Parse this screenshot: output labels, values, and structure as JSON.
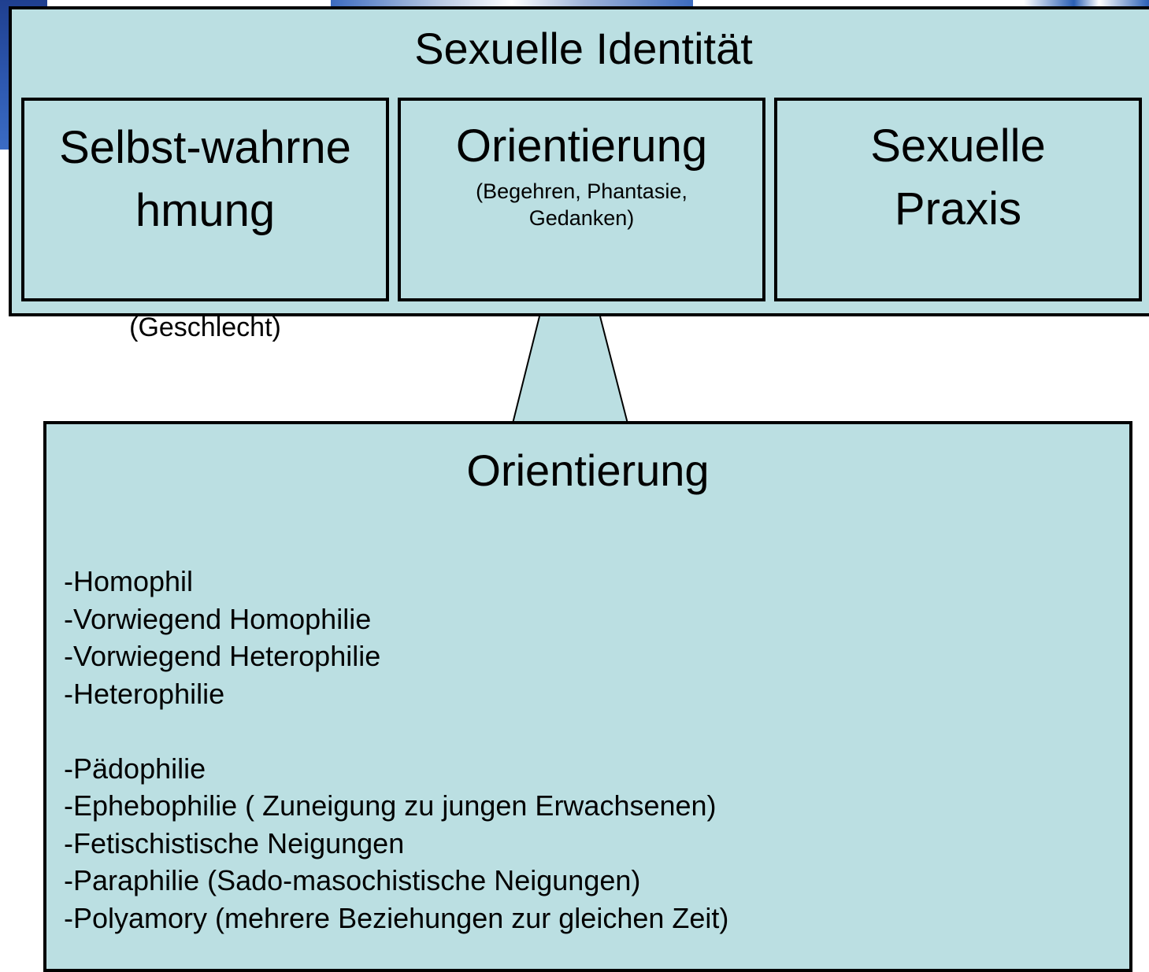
{
  "colors": {
    "box_fill": "#bbdfe2",
    "border": "#000000",
    "background_accent": "#2d58b0"
  },
  "diagram": {
    "title": "Sexuelle Identität",
    "components": [
      {
        "label": "Selbst-wahrnehmung",
        "subtitle": "(Geschlecht)"
      },
      {
        "label": "Orientierung",
        "subtitle": "(Begehren, Phantasie, Gedanken)"
      },
      {
        "label": "Sexuelle Praxis",
        "subtitle": ""
      }
    ]
  },
  "detail": {
    "title": "Orientierung",
    "items": [
      "-Homophil",
      "-Vorwiegend Homophilie",
      "-Vorwiegend Heterophilie",
      "-Heterophilie",
      "",
      "-Pädophilie",
      "-Ephebophilie ( Zuneigung zu jungen Erwachsenen)",
      "-Fetischistische Neigungen",
      "-Paraphilie (Sado-masochistische Neigungen)",
      "-Polyamory (mehrere Beziehungen zur gleichen Zeit)"
    ]
  }
}
